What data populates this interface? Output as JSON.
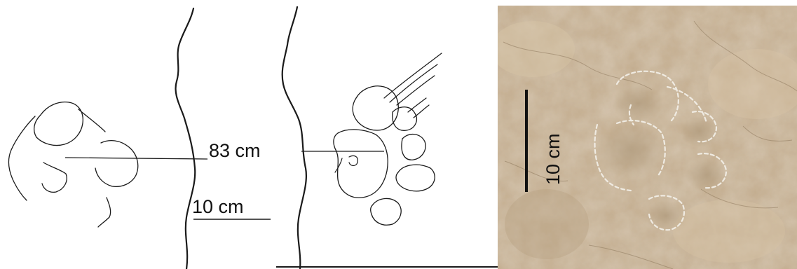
{
  "panels": {
    "drawing": {
      "distance_label": "83 cm",
      "scale_label": "10 cm"
    },
    "photo": {
      "scale_label": "10 cm",
      "colors": {
        "rock_base": "#c2ab8c",
        "rock_light": "#d6c3a6",
        "rock_dark": "#8f7a5e",
        "chalk_outline": "#f4f1ea",
        "scale_bar": "#111111"
      }
    }
  }
}
